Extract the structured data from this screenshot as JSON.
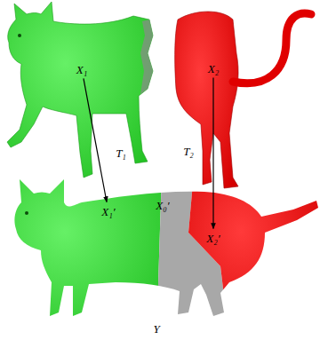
{
  "diagram": {
    "nodes": [
      {
        "text": [
          "X₁"
        ]
      },
      {
        "text": [
          "X₂"
        ]
      },
      {
        "text": [
          "X₁′"
        ]
      },
      {
        "text": [
          "X₀′"
        ]
      },
      {
        "text": [
          "X₂′"
        ]
      }
    ],
    "edges": [
      {
        "from": 0,
        "to": 2,
        "label": "T₁",
        "arrow": "to"
      },
      {
        "from": 1,
        "to": 4,
        "label": "T₂",
        "arrow": "to"
      }
    ],
    "labels": [
      "Y"
    ]
  }
}
